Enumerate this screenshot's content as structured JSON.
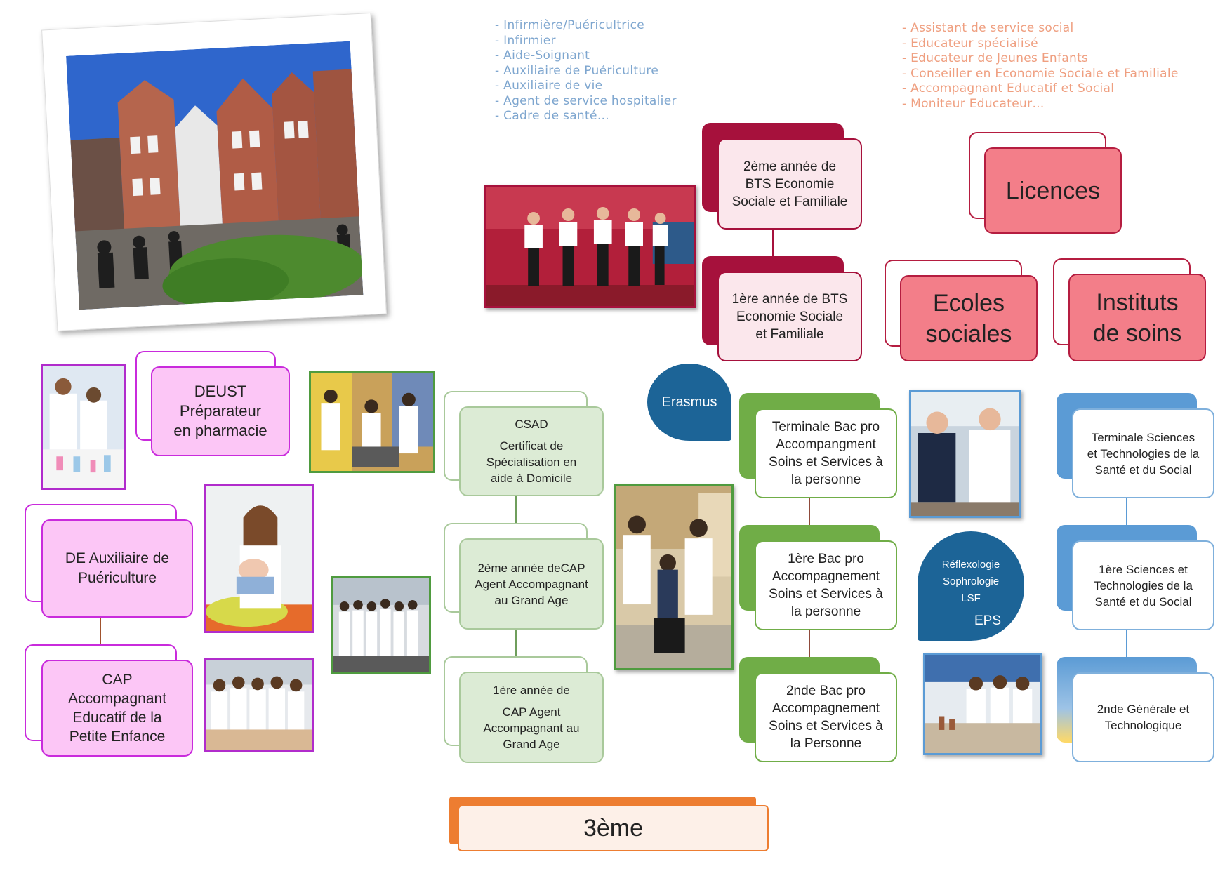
{
  "health_jobs": [
    "- Infirmière/Puéricultrice",
    "- Infirmier",
    "- Aide-Soignant",
    "- Auxiliaire de Puériculture",
    "- Auxiliaire de vie",
    "- Agent de service hospitalier",
    "- Cadre de santé…"
  ],
  "social_jobs": [
    "- Assistant de service social",
    "- Educateur spécialisé",
    "- Educateur de Jeunes Enfants",
    "- Conseiller  en Economie Sociale et Familiale",
    "- Accompagnant Educatif et Social",
    "- Moniteur Educateur…"
  ],
  "pink_boxes": {
    "deust": [
      "DEUST",
      "Préparateur",
      "en pharmacie"
    ],
    "de_aux": [
      "DE Auxiliaire de",
      "Puériculture"
    ],
    "cap_aepe": [
      "CAP",
      "Accompagnant",
      "Educatif de la",
      "Petite Enfance"
    ]
  },
  "green_boxes": {
    "csad": [
      "CSAD",
      "Certificat de",
      "Spécialisation en",
      "aide à Domicile"
    ],
    "cap2": [
      "2ème année deCAP",
      "Agent Accompagnant",
      "au Grand Age"
    ],
    "cap1": [
      "1ère année de",
      "CAP Agent",
      "Accompagnant au",
      "Grand Age"
    ]
  },
  "bacpro_boxes": {
    "terminale": [
      "Terminale Bac pro",
      "Accompangment",
      "Soins et Services à",
      "la personne"
    ],
    "premiere": [
      "1ère Bac pro",
      "Accompagnement",
      "Soins et Services à",
      "la personne"
    ],
    "seconde": [
      "2nde Bac pro",
      "Accompagnement",
      "Soins et Services à",
      "la Personne"
    ]
  },
  "st2s_boxes": {
    "terminale": [
      "Terminale Sciences",
      "et Technologies de la",
      "Santé et du Social"
    ],
    "premiere": [
      "1ère Sciences et",
      "Technologies de la",
      "Santé et du Social"
    ],
    "seconde": [
      "2nde Générale et",
      "Technologique"
    ]
  },
  "bts_boxes": {
    "second_year": [
      "2ème année de",
      "BTS Economie",
      "Sociale et Familiale"
    ],
    "first_year": [
      "1ère année de BTS",
      "Economie Sociale",
      "et Familiale"
    ]
  },
  "red_boxes": {
    "licences": [
      "Licences"
    ],
    "ecoles": [
      "Ecoles",
      "sociales"
    ],
    "instituts": [
      "Instituts",
      "de soins"
    ]
  },
  "bottom_box": "3ème",
  "erasmus": "Erasmus",
  "options": {
    "lines": [
      "Réflexologie",
      "Sophrologie",
      "LSF"
    ],
    "eps": "EPS"
  },
  "colors": {
    "pink": "#c92bdc",
    "green": "#a9c99b",
    "green_solid": "#70ad47",
    "blue": "#5b9bd5",
    "maroon": "#a6113c",
    "red": "#f37e89",
    "orange": "#ed7d31",
    "bubble": "#1c6497"
  }
}
